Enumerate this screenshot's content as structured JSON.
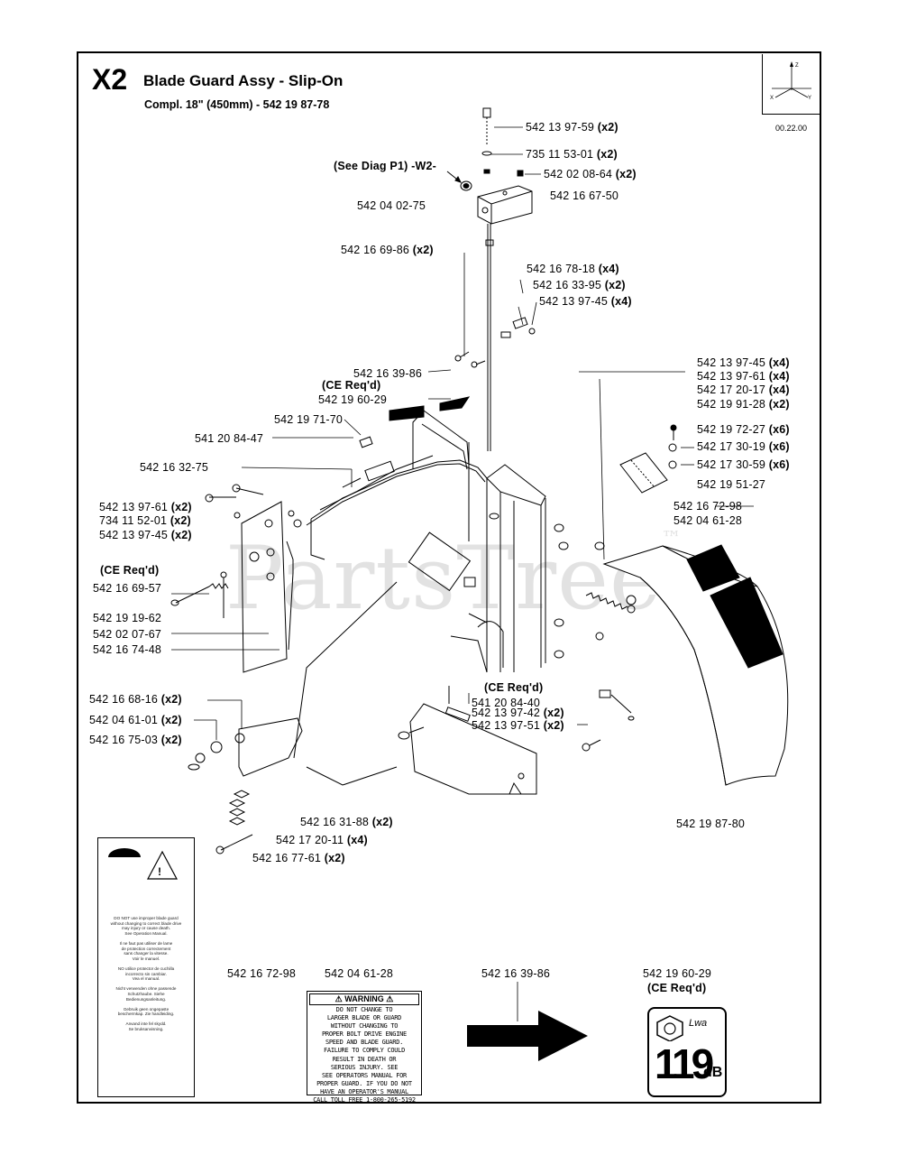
{
  "header": {
    "section_id": "X2",
    "title": "Blade Guard Assy - Slip-On",
    "subtitle": "Compl. 18\" (450mm) - 542 19 87-78",
    "date": "00.22.00"
  },
  "watermark": "PartsTree",
  "watermark_tm": "™",
  "callouts": {
    "c1": {
      "code": "542 13 97-59",
      "qty": "(x2)"
    },
    "c2": {
      "code": "735 11 53-01",
      "qty": "(x2)"
    },
    "c3": {
      "code": "542 02 08-64",
      "qty": "(x2)"
    },
    "c4": {
      "code": "542 16 67-50",
      "qty": ""
    },
    "c5": {
      "code": "542 04 02-75",
      "qty": ""
    },
    "see_diag": "(See Diag P1) -W2-",
    "c6": {
      "code": "542 16 69-86",
      "qty": "(x2)"
    },
    "c7": {
      "code": "542 16 78-18",
      "qty": "(x4)"
    },
    "c8": {
      "code": "542 16 33-95",
      "qty": "(x2)"
    },
    "c9": {
      "code": "542 13 97-45",
      "qty": "(x4)"
    },
    "c10": {
      "code": "542 16 39-86",
      "qty": ""
    },
    "ce1": "(CE Req'd)",
    "c11": {
      "code": "542 19 60-29",
      "qty": ""
    },
    "c12": {
      "code": "542 19 71-70",
      "qty": ""
    },
    "c13": {
      "code": "541 20 84-47",
      "qty": ""
    },
    "c14": {
      "code": "542 16 32-75",
      "qty": ""
    },
    "c15": {
      "code": "542 13 97-61",
      "qty": "(x2)"
    },
    "c16": {
      "code": "734 11 52-01",
      "qty": "(x2)"
    },
    "c17": {
      "code": "542 13 97-45",
      "qty": "(x2)"
    },
    "ce2": "(CE Req'd)",
    "c18": {
      "code": "542 16 69-57",
      "qty": ""
    },
    "c19": {
      "code": "542 19 19-62",
      "qty": ""
    },
    "c20": {
      "code": "542 02 07-67",
      "qty": ""
    },
    "c21": {
      "code": "542 16 74-48",
      "qty": ""
    },
    "c22": {
      "code": "542 13 97-45",
      "qty": "(x4)"
    },
    "c23": {
      "code": "542 13 97-61",
      "qty": "(x4)"
    },
    "c24": {
      "code": "542 17 20-17",
      "qty": "(x4)"
    },
    "c25": {
      "code": "542 19 91-28",
      "qty": "(x2)"
    },
    "c26": {
      "code": "542 19 72-27",
      "qty": "(x6)"
    },
    "c27": {
      "code": "542 17 30-19",
      "qty": "(x6)"
    },
    "c28": {
      "code": "542 17 30-59",
      "qty": "(x6)"
    },
    "c29": {
      "code": "542 19 51-27",
      "qty": ""
    },
    "c30": {
      "code": "542 16 72-98",
      "qty": ""
    },
    "c31": {
      "code": "542 04 61-28",
      "qty": ""
    },
    "ce3": "(CE Req'd)",
    "c32": {
      "code": "541 20 84-40",
      "qty": ""
    },
    "c33": {
      "code": "542 13 97-42",
      "qty": "(x2)"
    },
    "c34": {
      "code": "542 13 97-51",
      "qty": "(x2)"
    },
    "c35": {
      "code": "542 16 68-16",
      "qty": "(x2)"
    },
    "c36": {
      "code": "542 04 61-01",
      "qty": "(x2)"
    },
    "c37": {
      "code": "542 16 75-03",
      "qty": "(x2)"
    },
    "c38": {
      "code": "542 16 31-88",
      "qty": "(x2)"
    },
    "c39": {
      "code": "542 17 20-11",
      "qty": "(x4)"
    },
    "c40": {
      "code": "542 16 77-61",
      "qty": "(x2)"
    },
    "c41": {
      "code": "542 19 87-80",
      "qty": ""
    }
  },
  "bottom": {
    "label_a": "542 16 72-98",
    "label_b": "542 04 61-28",
    "label_c": "542 16 39-86",
    "label_d": "542 19 60-29",
    "label_d_ce": "(CE Req'd)",
    "warning_title": "⚠ WARNING ⚠",
    "warning_text": "DO NOT CHANGE TO\nLARGER BLADE OR GUARD\nWITHOUT CHANGING TO\nPROPER BOLT DRIVE ENGINE\nSPEED AND BLADE GUARD.\nFAILURE TO COMPLY COULD\nRESULT IN DEATH OR\nSERIOUS INJURY. SEE\nSEE OPERATORS MANUAL FOR\nPROPER GUARD. IF YOU DO NOT\nHAVE AN OPERATOR'S MANUAL\nCALL TOLL FREE 1-800-265-5192",
    "decal_text": "DO NOT use improper blade guard\nwithout changing to correct blade drive\nmay injury or cause death.\nSee Operation Manual.\n\nIl ne faut pas utiliser de lame\nde protection correctement\nsans changer la vitesse.\nVoir le manuel.\n\nNO utilice protector de cuchilla\nincorrecto sin cambiar.\nVea el manual.\n\nNicht verwenden ohne passende\nSchutzhaube. Siehe\nBedienungsanleitung.\n\nGebruik geen ongepaste\nbeschermkap. Zie handleiding.\n\nAnvand inte fel skydd.\nSe bruksanvisning.",
    "db_lwa": "Lwa",
    "db_number": "119",
    "db_unit": "dB"
  }
}
